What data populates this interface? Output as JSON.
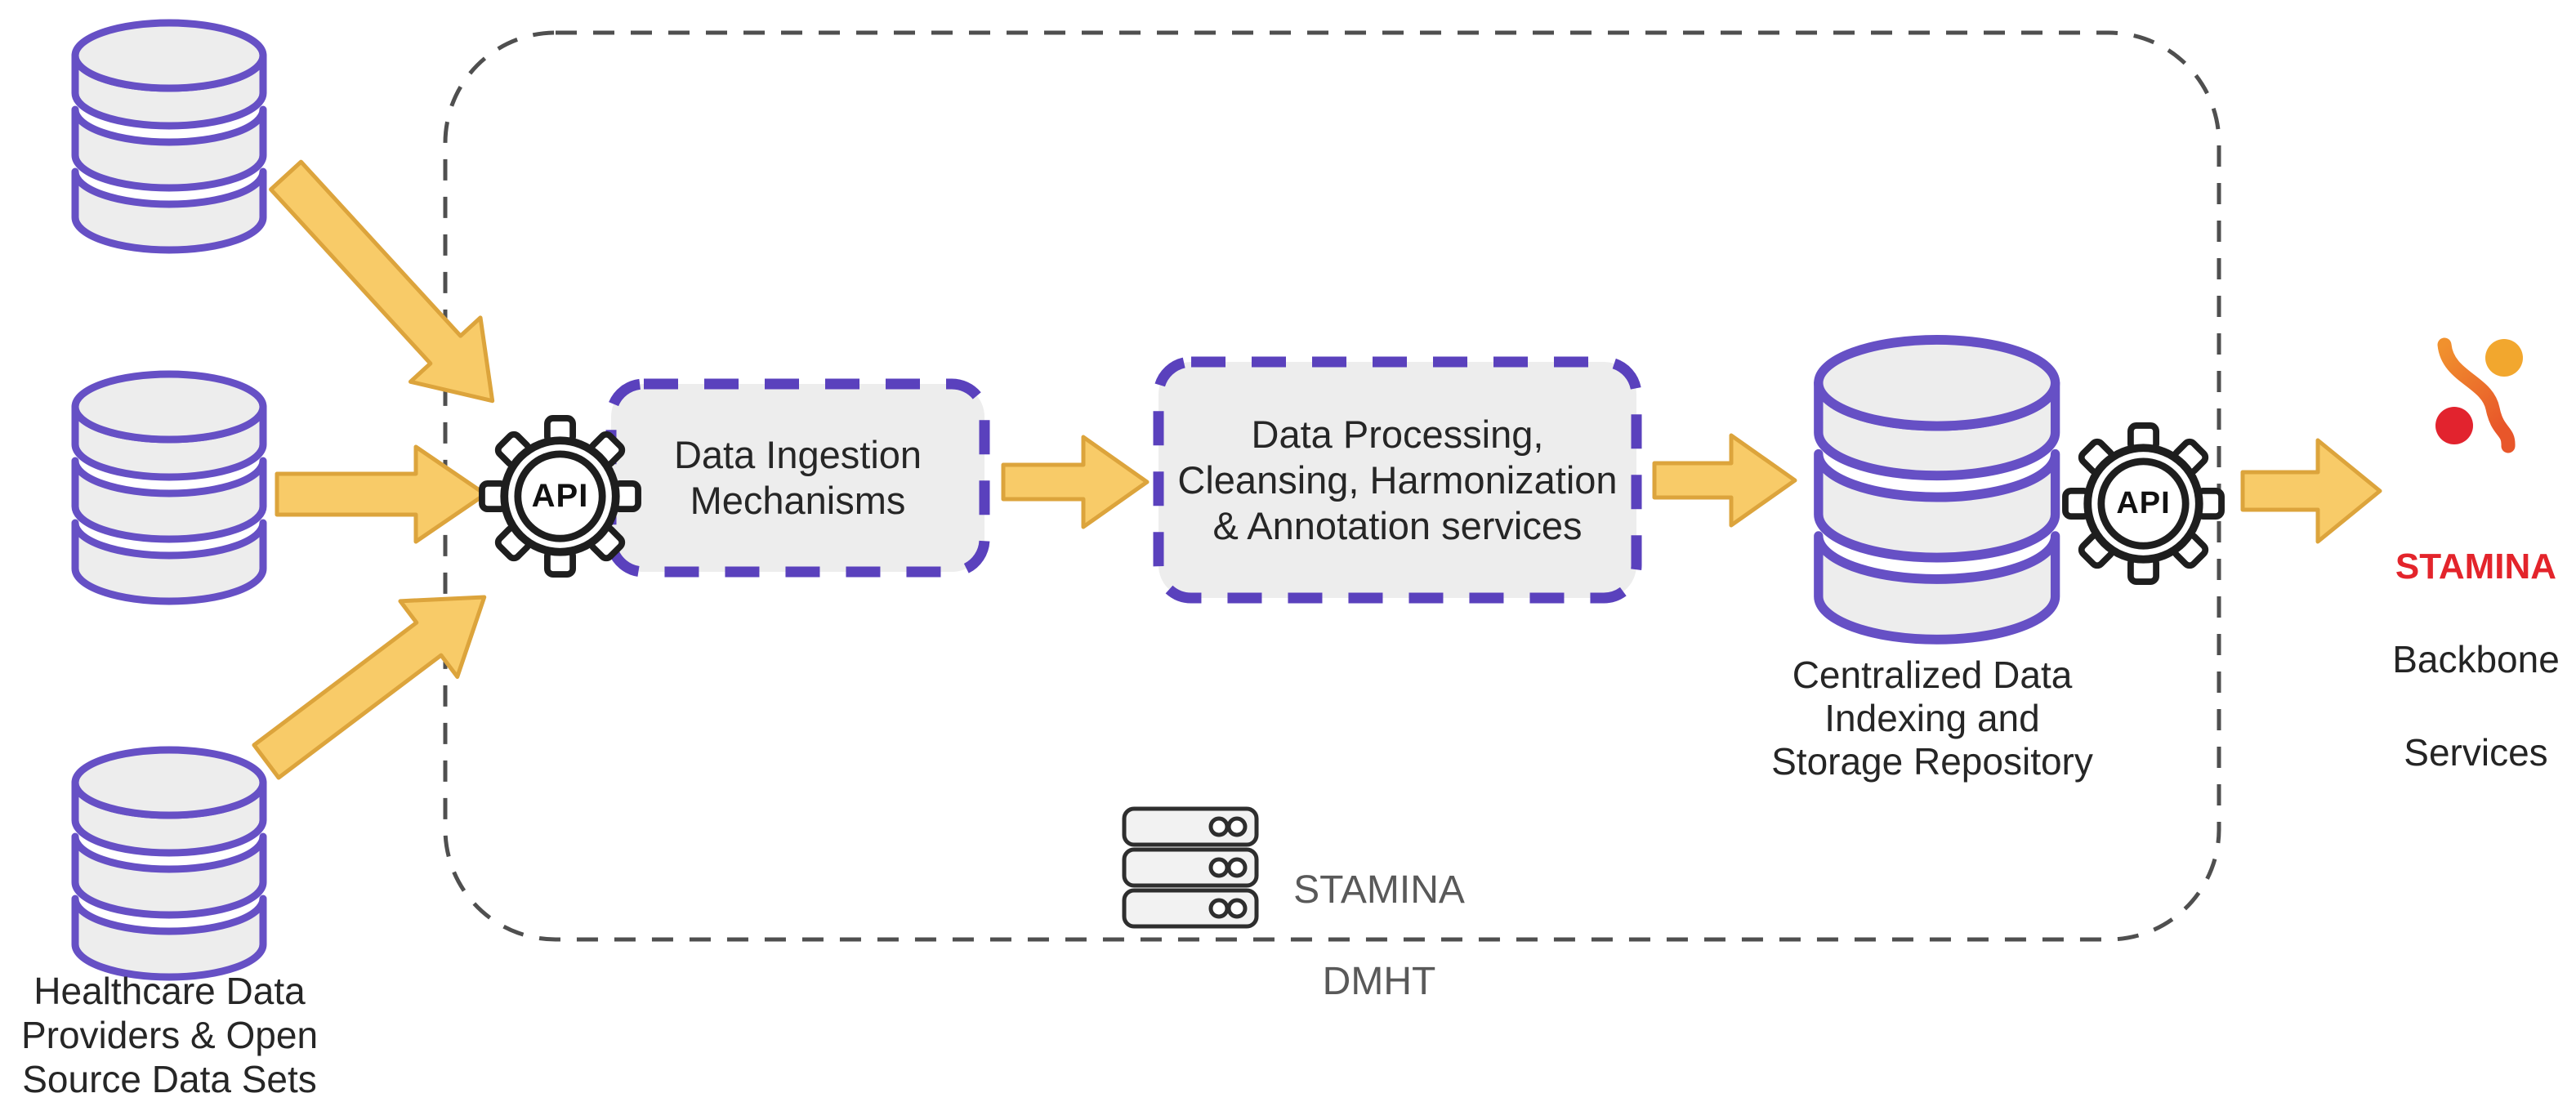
{
  "diagram": {
    "sources": {
      "label": "Healthcare Data\nProviders & Open\nSource Data Sets"
    },
    "pipeline": {
      "ingestion_box_label": "Data Ingestion\nMechanisms",
      "processing_box_label": "Data Processing,\nCleansing, Harmonization\n& Annotation services",
      "repository_label": "Centralized Data\nIndexing and\nStorage Repository",
      "api_badge_label": "API",
      "platform": {
        "line1": "STAMINA",
        "line2": "DMHT"
      }
    },
    "target": {
      "line1": "STAMINA",
      "line2": "Backbone",
      "line3": "Services"
    },
    "icons": [
      "database-icon",
      "api-gear-icon",
      "server-stack-icon",
      "stamina-logo-icon",
      "flow-arrow-icon"
    ],
    "colors": {
      "database_purple": "#6650C5",
      "service_box_border_purple": "#5A41BD",
      "service_box_fill": "#EDEDED",
      "boundary_dash_gray": "#4F4F4F",
      "arrow_fill": "#F8CB68",
      "arrow_stroke": "#DCA43C",
      "gear_black": "#1E1E1E",
      "stamina_red_text": "#E3242B",
      "logo_orange": "#F2A72E",
      "logo_red": "#E2232E",
      "text_dark": "#262626",
      "text_gray": "#595959"
    }
  }
}
